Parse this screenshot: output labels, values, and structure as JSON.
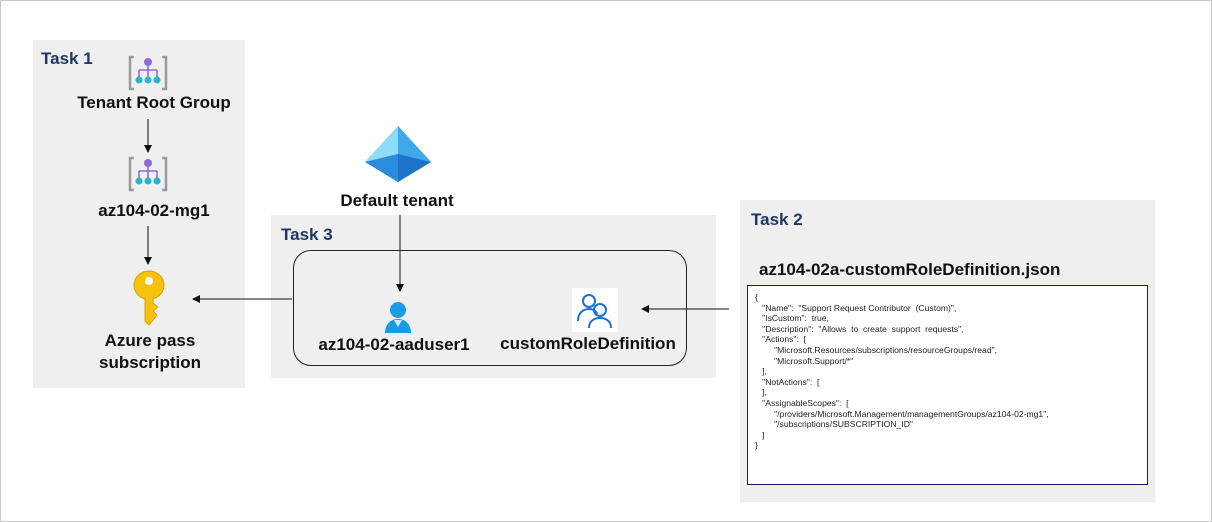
{
  "task1": {
    "title": "Task 1",
    "tenant_root_group": "Tenant Root Group",
    "management_group": "az104-02-mg1",
    "subscription_line1": "Azure pass",
    "subscription_line2": "subscription"
  },
  "center": {
    "tenant_label": "Default tenant"
  },
  "task3": {
    "title": "Task 3",
    "user_label": "az104-02-aaduser1",
    "role_label": "customRoleDefinition"
  },
  "task2": {
    "title": "Task 2",
    "file_name": "az104-02a-customRoleDefinition.json",
    "code_lines": [
      "{",
      "   \"Name\":  \"Support Request Contributor  (Custom)\",",
      "   \"IsCustom\":  true,",
      "   \"Description\":  \"Allows  to  create  support  requests\",",
      "   \"Actions\":  [",
      "        \"Microsoft.Resources/subscriptions/resourceGroups/read\",",
      "        \"Microsoft.Support/*\"",
      "   ],",
      "   \"NotActions\":  [",
      "   ],",
      "   \"AssignableScopes\":  [",
      "        \"/providers/Microsoft.Management/managementGroups/az104-02-mg1\",",
      "        \"/subscriptions/SUBSCRIPTION_ID\"",
      "   ]",
      "}"
    ]
  },
  "icons": {
    "management_group": "management-group-icon",
    "subscription": "key-icon",
    "tenant": "azure-ad-pyramid-icon",
    "user": "user-icon",
    "role": "users-group-icon"
  },
  "colors": {
    "panel": "#efefef",
    "task_title": "#1f3864",
    "management_group_purple": "#8f6ad9",
    "management_group_teal": "#28b6c9",
    "key_yellow": "#f7c20e",
    "tenant_blue": "#38a3e8",
    "user_blue": "#1a9be6",
    "role_blue": "#1f6fd1"
  }
}
